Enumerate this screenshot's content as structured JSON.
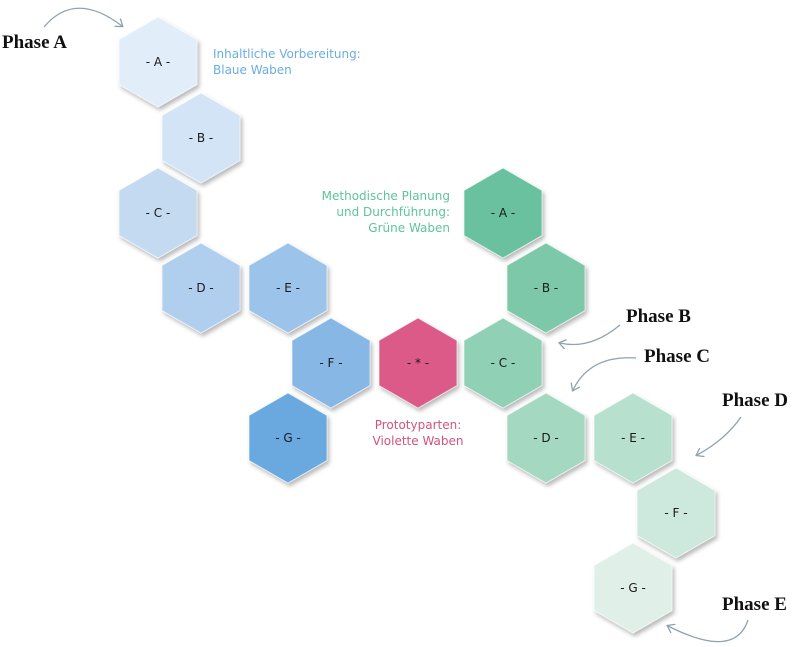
{
  "phases": [
    {
      "label": "Phase A"
    },
    {
      "label": "Phase B"
    },
    {
      "label": "Phase C"
    },
    {
      "label": "Phase D"
    },
    {
      "label": "Phase E"
    }
  ],
  "legends": {
    "blue": {
      "lines": [
        "Inhaltliche Vorbereitung:",
        "Blaue Waben"
      ],
      "color": "#6aaee0"
    },
    "green": {
      "lines": [
        "Methodische Planung",
        "und Durchführung:",
        "Grüne Waben"
      ],
      "color": "#5ec49a"
    },
    "violet": {
      "lines": [
        "Prototyparten:",
        "Violette Waben"
      ],
      "color": "#d2527f"
    }
  },
  "hexagons": {
    "blue": [
      {
        "label": "- A -",
        "color": "#e1eef9"
      },
      {
        "label": "- B -",
        "color": "#d2e4f5"
      },
      {
        "label": "- C -",
        "color": "#c3daf1"
      },
      {
        "label": "- D -",
        "color": "#b0cfee"
      },
      {
        "label": "- E -",
        "color": "#9cc3ea"
      },
      {
        "label": "- F -",
        "color": "#86b7e5"
      },
      {
        "label": "- G -",
        "color": "#6aa9df"
      }
    ],
    "violet": [
      {
        "label": "- * -",
        "color": "#db5a88"
      }
    ],
    "green": [
      {
        "label": "- A -",
        "color": "#6ac19f"
      },
      {
        "label": "- B -",
        "color": "#7cc8a9"
      },
      {
        "label": "- C -",
        "color": "#90d0b5"
      },
      {
        "label": "- D -",
        "color": "#a4d8c1"
      },
      {
        "label": "- E -",
        "color": "#b8e0ce"
      },
      {
        "label": "- F -",
        "color": "#cde8dc"
      },
      {
        "label": "- G -",
        "color": "#e0f0e9"
      }
    ]
  },
  "arrow_color": "#8fa3ad"
}
